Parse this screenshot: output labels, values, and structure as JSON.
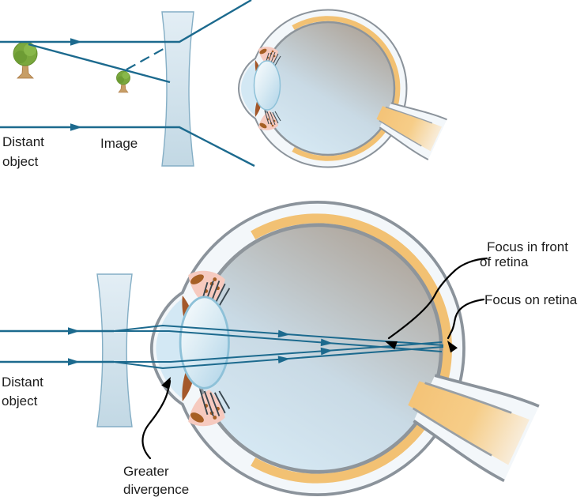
{
  "figure": {
    "colors": {
      "ray_blue": "#1c6a8e",
      "annotation_black": "#000000",
      "lens_fill": "#d4e4ee",
      "sclera": "#f3f7fa",
      "outline_gray": "#8b939b",
      "retina_orange": "#f2c173",
      "choroid_gray": "#8e959b",
      "optic_nerve_yellow": "#f4c377",
      "iris_brown": "#a4582a",
      "ciliary_pink": "#f6cabf",
      "cornea_blue": "#d3e8f4",
      "tree_green": "#7aa83d",
      "tree_trunk": "#c79e66"
    },
    "top_panel": {
      "labels": {
        "distant_object_line1": "Distant",
        "distant_object_line2": "object",
        "image": "Image"
      }
    },
    "bottom_panel": {
      "labels": {
        "distant_object_line1": "Distant",
        "distant_object_line2": "object",
        "greater_divergence_line1": "Greater",
        "greater_divergence_line2": "divergence",
        "focus_in_front_line1": "Focus in front",
        "focus_in_front_line2": "of retina",
        "focus_on_retina": "Focus on retina"
      }
    }
  }
}
